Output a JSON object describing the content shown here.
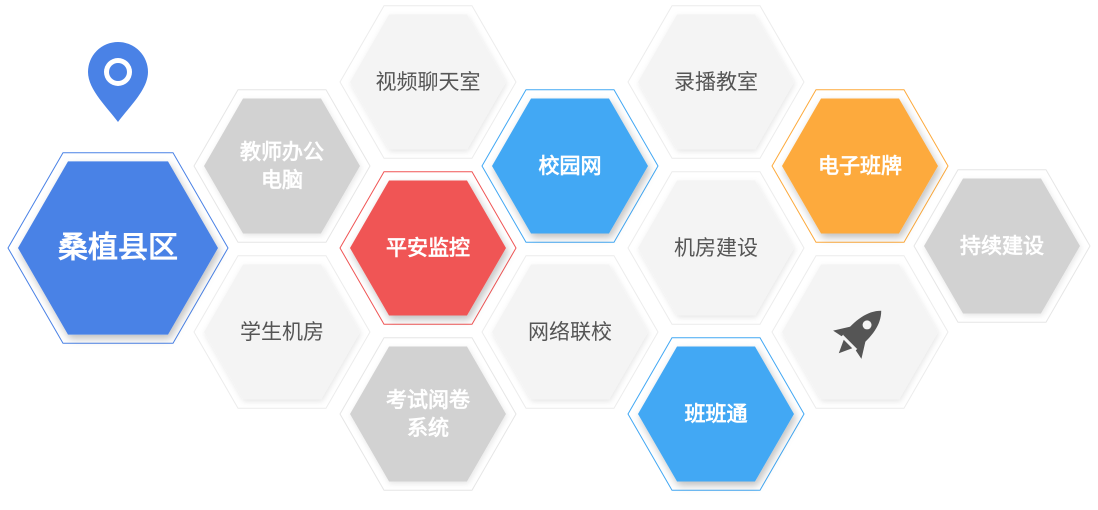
{
  "colors": {
    "blue_main": "#4a82e6",
    "blue_light": "#42a8f4",
    "red": "#f05555",
    "orange": "#fdaa3c",
    "gray": "#d2d2d2",
    "light_gray": "#f4f4f4",
    "text_dark": "#555555",
    "text_white": "#ffffff"
  },
  "map_pin": {
    "icon": "map-pin-icon",
    "color": "#4a82e6"
  },
  "rocket": {
    "icon": "rocket-icon",
    "color": "#555555"
  },
  "hexagons": [
    {
      "id": "region",
      "lines": [
        "桑植县区"
      ],
      "style": "blue_main"
    },
    {
      "id": "teacher-office-pc",
      "lines": [
        "教师办公",
        "电脑"
      ],
      "style": "gray"
    },
    {
      "id": "student-lab",
      "lines": [
        "学生机房"
      ],
      "style": "light_gray"
    },
    {
      "id": "video-chat-room",
      "lines": [
        "视频聊天室"
      ],
      "style": "light_gray"
    },
    {
      "id": "safety-monitoring",
      "lines": [
        "平安监控"
      ],
      "style": "red"
    },
    {
      "id": "exam-marking-system",
      "lines": [
        "考试阅卷",
        "系统"
      ],
      "style": "gray"
    },
    {
      "id": "campus-network",
      "lines": [
        "校园网"
      ],
      "style": "blue_light"
    },
    {
      "id": "network-linked-schools",
      "lines": [
        "网络联校"
      ],
      "style": "light_gray"
    },
    {
      "id": "recording-classroom",
      "lines": [
        "录播教室"
      ],
      "style": "light_gray"
    },
    {
      "id": "computer-lab-construction",
      "lines": [
        "机房建设"
      ],
      "style": "light_gray"
    },
    {
      "id": "ban-ban-tong",
      "lines": [
        "班班通"
      ],
      "style": "blue_light"
    },
    {
      "id": "electronic-class-board",
      "lines": [
        "电子班牌"
      ],
      "style": "orange"
    },
    {
      "id": "rocket-cell",
      "lines": [],
      "style": "light_gray"
    },
    {
      "id": "continuous-construction",
      "lines": [
        "持续建设"
      ],
      "style": "gray"
    }
  ]
}
